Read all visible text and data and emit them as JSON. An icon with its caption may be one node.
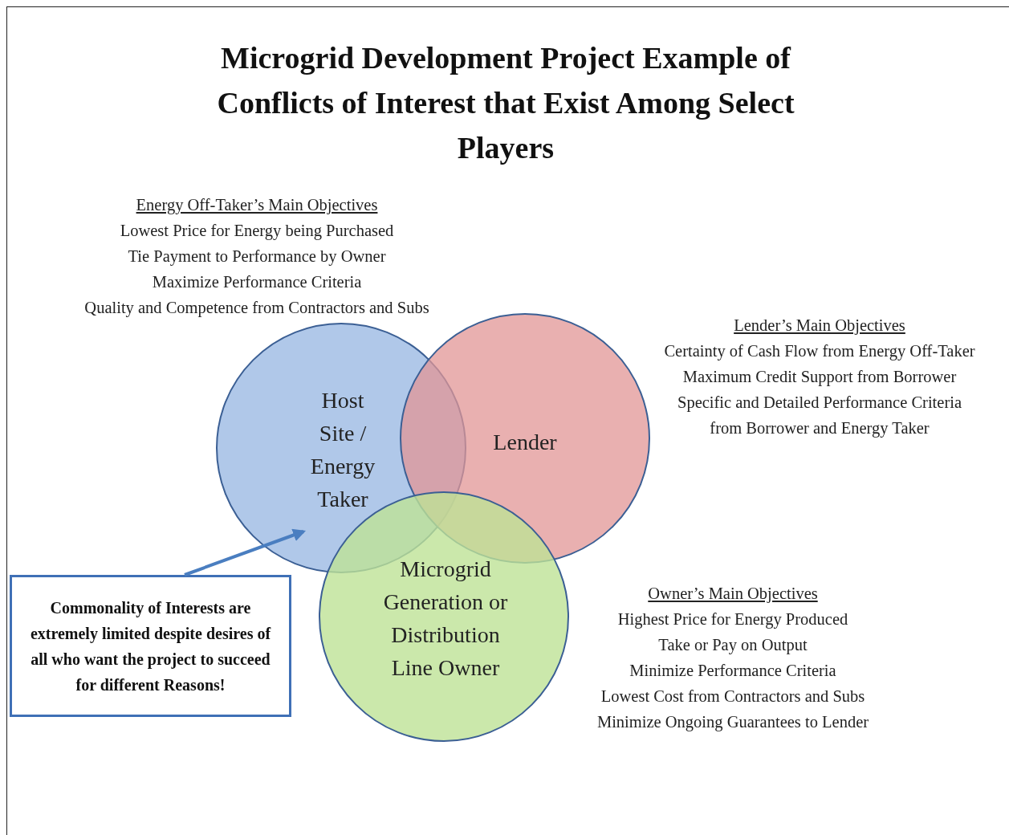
{
  "diagram": {
    "title": "Microgrid Development Project Example of Conflicts of Interest that Exist Among Select Players",
    "nodes": [
      {
        "text": [
          "Host Site / Energy Taker"
        ]
      },
      {
        "text": [
          "Lender"
        ]
      },
      {
        "text": [
          "Microgrid Generation or Distribution Line Owner"
        ]
      },
      {
        "text": [
          "Commonality of Interests are extremely limited despite desires of all who want the project to succeed for different Reasons!"
        ]
      }
    ],
    "edges": [
      {
        "from": 3,
        "to": 0,
        "arrow": "to"
      }
    ],
    "labels": [
      "Energy Off-Taker’s Main Objectives",
      "Lowest Price for Energy being Purchased",
      "Tie Payment to Performance by Owner",
      "Maximize Performance Criteria",
      "Quality and Competence from Contractors and Subs",
      "Lender’s Main Objectives",
      "Certainty of Cash Flow from Energy Off-Taker",
      "Maximum Credit Support from Borrower",
      "Specific and Detailed Performance Criteria",
      "from Borrower and Energy Taker",
      "Owner’s Main Objectives",
      "Highest Price for Energy Produced",
      "Take or Pay on Output",
      "Minimize Performance Criteria",
      "Lowest Cost from Contractors and Subs",
      "Minimize Ongoing Guarantees to Lender"
    ]
  }
}
